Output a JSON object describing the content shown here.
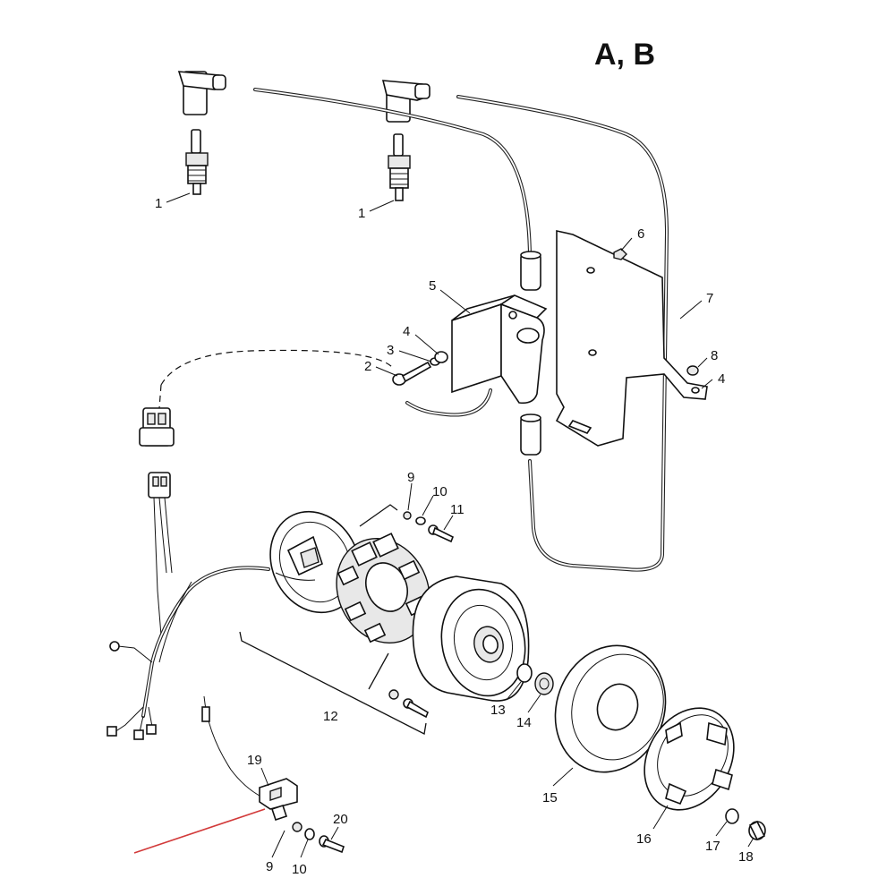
{
  "title": "A, B",
  "labels": {
    "p1a": "1",
    "p1b": "1",
    "p2": "2",
    "p3": "3",
    "p4a": "4",
    "p4b": "4",
    "p5": "5",
    "p6": "6",
    "p7": "7",
    "p8": "8",
    "p9a": "9",
    "p9b": "9",
    "p10a": "10",
    "p10b": "10",
    "p11": "11",
    "p12": "12",
    "p13": "13",
    "p14": "14",
    "p15": "15",
    "p16": "16",
    "p17": "17",
    "p18": "18",
    "p19": "19",
    "p20": "20"
  },
  "colors": {
    "ink": "#111111",
    "pointer_arrow": "#d23a3a",
    "background": "#ffffff"
  }
}
